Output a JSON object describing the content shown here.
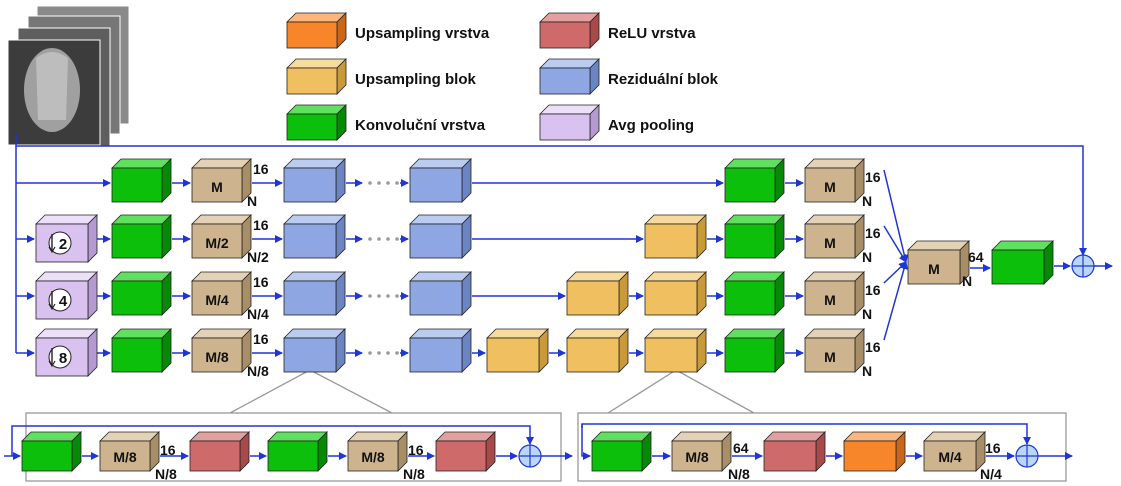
{
  "legend": {
    "upsampling_layer": "Upsampling vrstva",
    "upsampling_block": "Upsampling blok",
    "conv_layer": "Konvoluční vrstva",
    "relu_layer": "ReLU vrstva",
    "residual_block": "Reziduální blok",
    "avg_pooling": "Avg pooling"
  },
  "colors": {
    "conv": "#0bbf0b",
    "conv_top": "#5fe05f",
    "conv_side": "#068a06",
    "feature": "#cdb48e",
    "feature_top": "#e3d2b6",
    "feature_side": "#a88e66",
    "residual": "#8ea7e3",
    "residual_top": "#bccbf0",
    "residual_side": "#6b84c2",
    "ups_block": "#f0c060",
    "ups_block_top": "#f7da9d",
    "ups_block_side": "#c99a3a",
    "ups_layer": "#f7862a",
    "ups_layer_top": "#fab67c",
    "ups_layer_side": "#c9661a",
    "relu": "#cf6a6a",
    "relu_top": "#e3a0a0",
    "relu_side": "#a84a4a",
    "pool": "#d9c2f0",
    "pool_top": "#ece0f8",
    "pool_side": "#b49ad0",
    "arrow": "#1f35d6"
  },
  "rows": [
    {
      "pool": "",
      "feature": "M",
      "ch": "16",
      "size": "N",
      "out_feature": "M",
      "out_ch": "16",
      "out_size": "N"
    },
    {
      "pool": "2",
      "feature": "M/2",
      "ch": "16",
      "size": "N/2",
      "out_feature": "M",
      "out_ch": "16",
      "out_size": "N"
    },
    {
      "pool": "4",
      "feature": "M/4",
      "ch": "16",
      "size": "N/4",
      "out_feature": "M",
      "out_ch": "16",
      "out_size": "N"
    },
    {
      "pool": "8",
      "feature": "M/8",
      "ch": "16",
      "size": "N/8",
      "out_feature": "M",
      "out_ch": "16",
      "out_size": "N"
    }
  ],
  "merge": {
    "feature": "M",
    "ch": "64",
    "size": "N"
  },
  "residual_detail": {
    "f1": "M/8",
    "ch1": "16",
    "size1": "N/8",
    "f2": "M/8",
    "ch2": "16",
    "size2": "N/8"
  },
  "upsampling_detail": {
    "f1": "M/8",
    "ch1": "64",
    "size1": "N/8",
    "f2": "M/4",
    "ch2": "16",
    "size2": "N/4"
  }
}
